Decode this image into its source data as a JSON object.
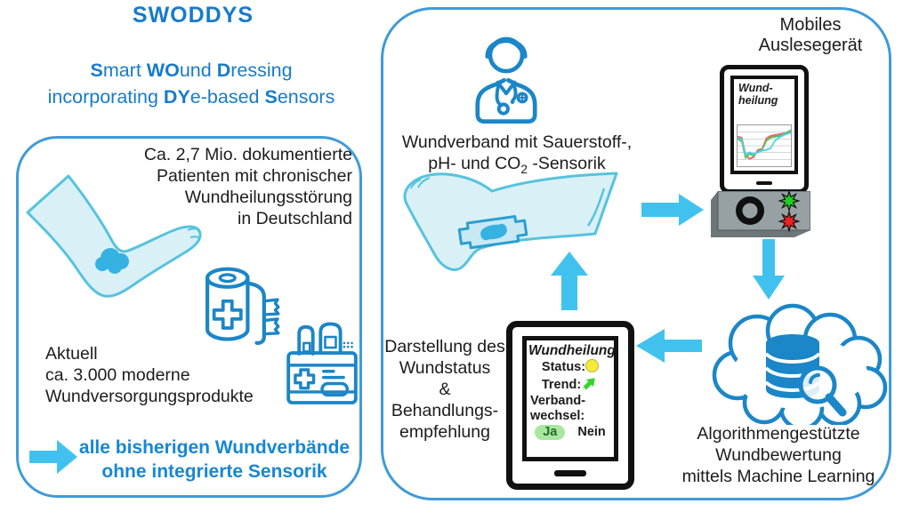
{
  "colors": {
    "brand-blue": "#177bcb",
    "icon-blue": "#1b86c8",
    "arrow-cyan": "#41c2ee",
    "box-border": "#3e9bd9",
    "leg-fill": "#daf0f7",
    "leg-stroke": "#56c3dd",
    "wound-blue": "#35b2e2",
    "note-blue": "#1787d2",
    "led-green": "#22cc22",
    "led-red": "#ee2222",
    "status-yellow": "#f4eb3b",
    "yes-green": "#a9e7a1"
  },
  "header": {
    "title": "SWODDYS",
    "subtitle_line1": [
      {
        "t": "S",
        "b": 1
      },
      {
        "t": "mart "
      },
      {
        "t": "WO",
        "b": 1
      },
      {
        "t": "und "
      },
      {
        "t": "D",
        "b": 1
      },
      {
        "t": "ressing"
      }
    ],
    "subtitle_line2": [
      {
        "t": "incorporating "
      },
      {
        "t": "DY",
        "b": 1
      },
      {
        "t": "e-based "
      },
      {
        "t": "S",
        "b": 1
      },
      {
        "t": "ensors"
      }
    ]
  },
  "left_panel": {
    "stats_text": "Ca. 2,7 Mio. dokumentierte\nPatienten mit chronischer\nWundheilungsstörung\nin Deutschland",
    "current_text": "Aktuell\nca. 3.000 moderne\nWundversorgungsprodukte",
    "arrow_note": "alle bisherigen Wundverbände\nohne integrierte Sensorik"
  },
  "right_panel": {
    "sensor_label_line1": "Wundverband mit Sauerstoff-,",
    "sensor_label_line2": [
      {
        "t": "pH- und CO"
      },
      {
        "t": "2",
        "sub": 1
      },
      {
        "t": " -Sensorik"
      }
    ],
    "reader_label": "Mobiles\nAuslesegerät",
    "phone": {
      "screen_title": "Wund-\nheilung"
    },
    "ml_label": "Algorithmengestützte\nWundbewertung\nmittels Machine Learning",
    "display_label": "Darstellung des\nWundstatus\n&\nBehandlungs-\nempfehlung",
    "tablet": {
      "title": "Wundheilung",
      "status_label": "Status:",
      "trend_label": "Trend:",
      "change_label_line1": "Verband-",
      "change_label_line2": "wechsel:",
      "yes_label": "Ja",
      "no_label": "Nein"
    }
  },
  "chart_data": {
    "type": "line",
    "title": "Wund-heilung (miniature sensor-signal plot on reader screen)",
    "xlabel": "",
    "ylabel": "",
    "axes_visible": false,
    "gridlines": 5,
    "x_percent": [
      0,
      8,
      15,
      22,
      30,
      38,
      46,
      54,
      62,
      70,
      78,
      86,
      100
    ],
    "series": [
      {
        "name": "sensor-signal-red",
        "color": "#ef5f6f",
        "values_percent": [
          72,
          70,
          30,
          18,
          22,
          40,
          42,
          68,
          74,
          76,
          78,
          80,
          84
        ]
      },
      {
        "name": "sensor-signal-green",
        "color": "#52c55a",
        "values_percent": [
          68,
          60,
          20,
          30,
          26,
          36,
          40,
          62,
          70,
          72,
          74,
          78,
          88
        ]
      },
      {
        "name": "sensor-signal-cyan",
        "color": "#4fd2e8",
        "values_percent": [
          70,
          66,
          28,
          34,
          30,
          34,
          38,
          40,
          44,
          62,
          70,
          76,
          82
        ]
      }
    ]
  }
}
